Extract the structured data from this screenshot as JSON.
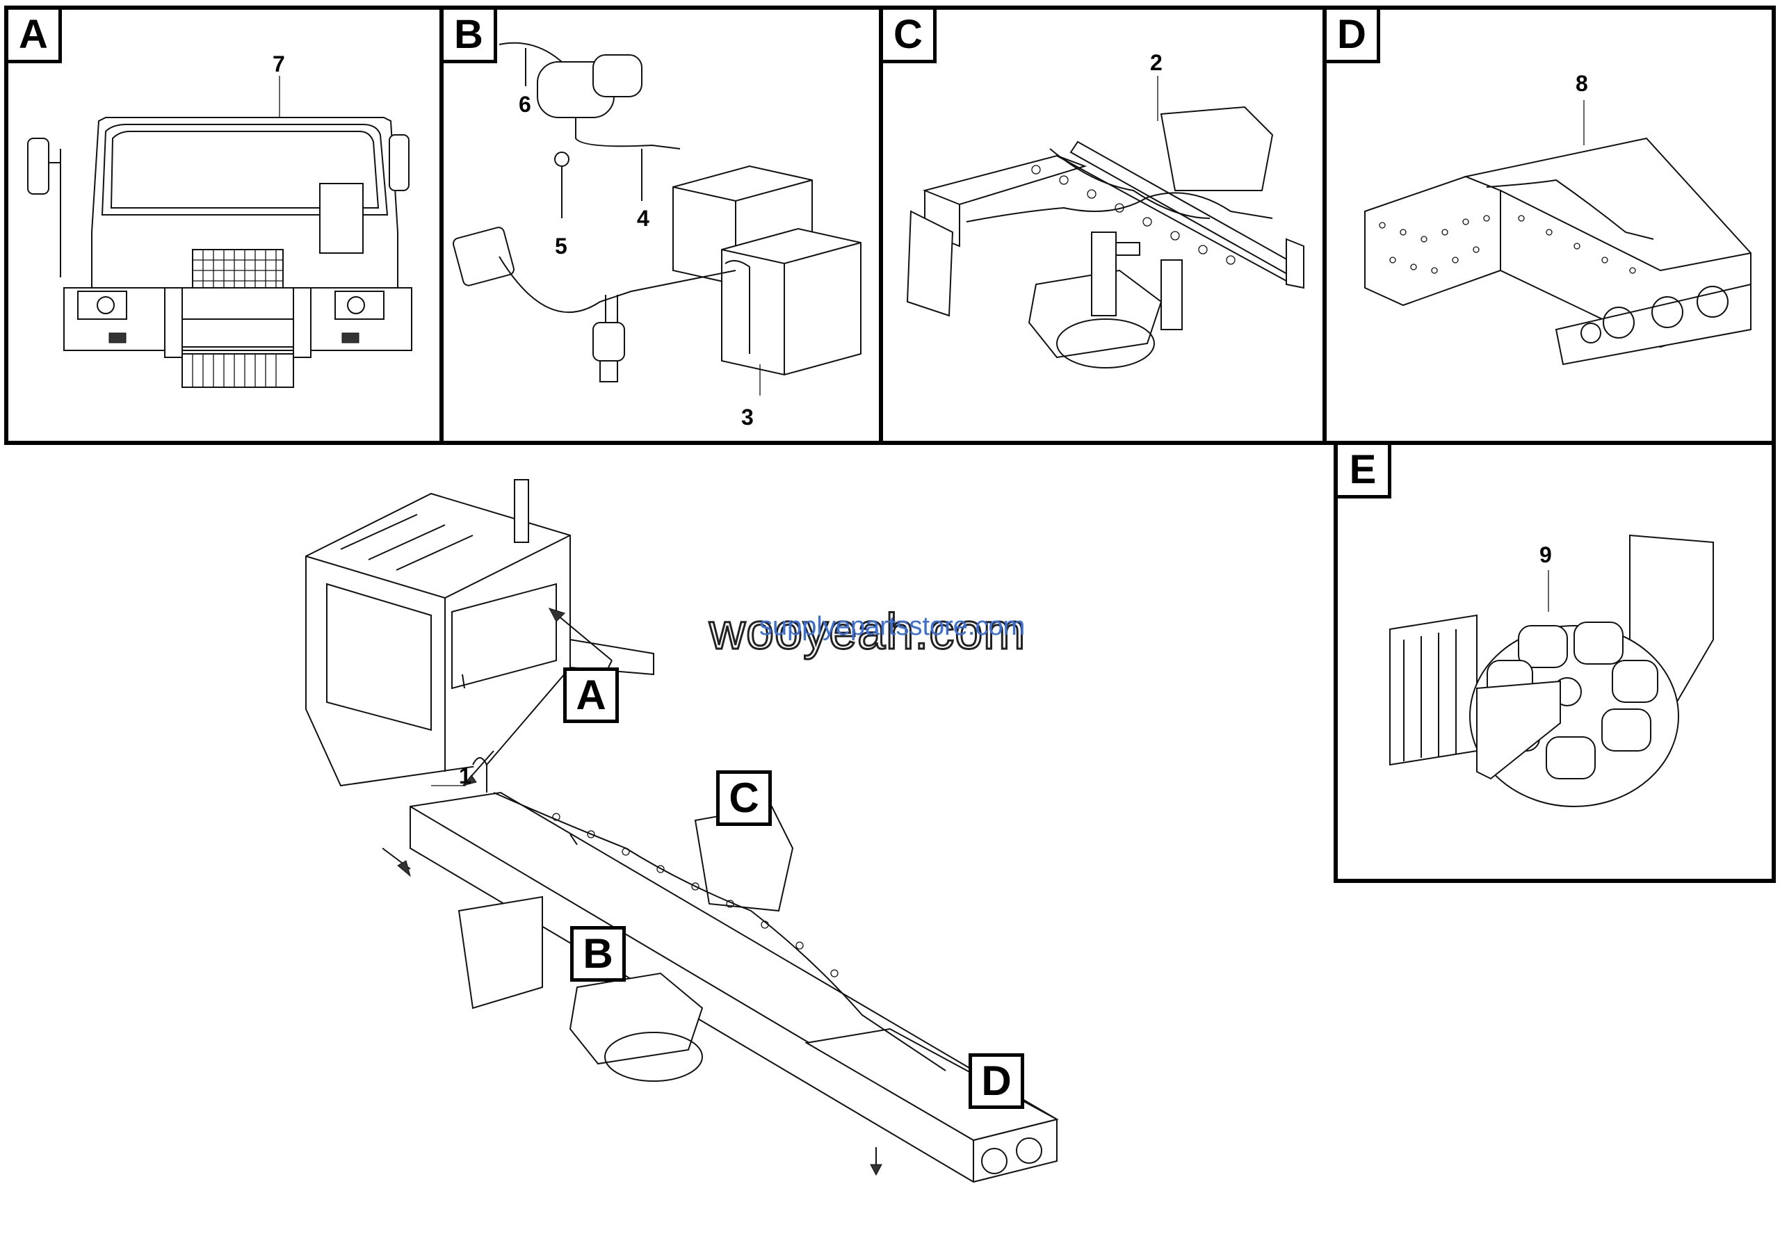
{
  "panels": [
    {
      "letter": "A",
      "callouts": [
        "7"
      ]
    },
    {
      "letter": "B",
      "callouts": [
        "6",
        "4",
        "5",
        "3"
      ]
    },
    {
      "letter": "C",
      "callouts": [
        "2"
      ]
    },
    {
      "letter": "D",
      "callouts": [
        "8"
      ]
    },
    {
      "letter": "E",
      "callouts": [
        "9"
      ]
    }
  ],
  "main": {
    "callout": "1",
    "refs": [
      "A",
      "B",
      "C",
      "D"
    ]
  },
  "watermark": {
    "text": "wooyeah.com",
    "url": "supplyepartsstore.com"
  }
}
